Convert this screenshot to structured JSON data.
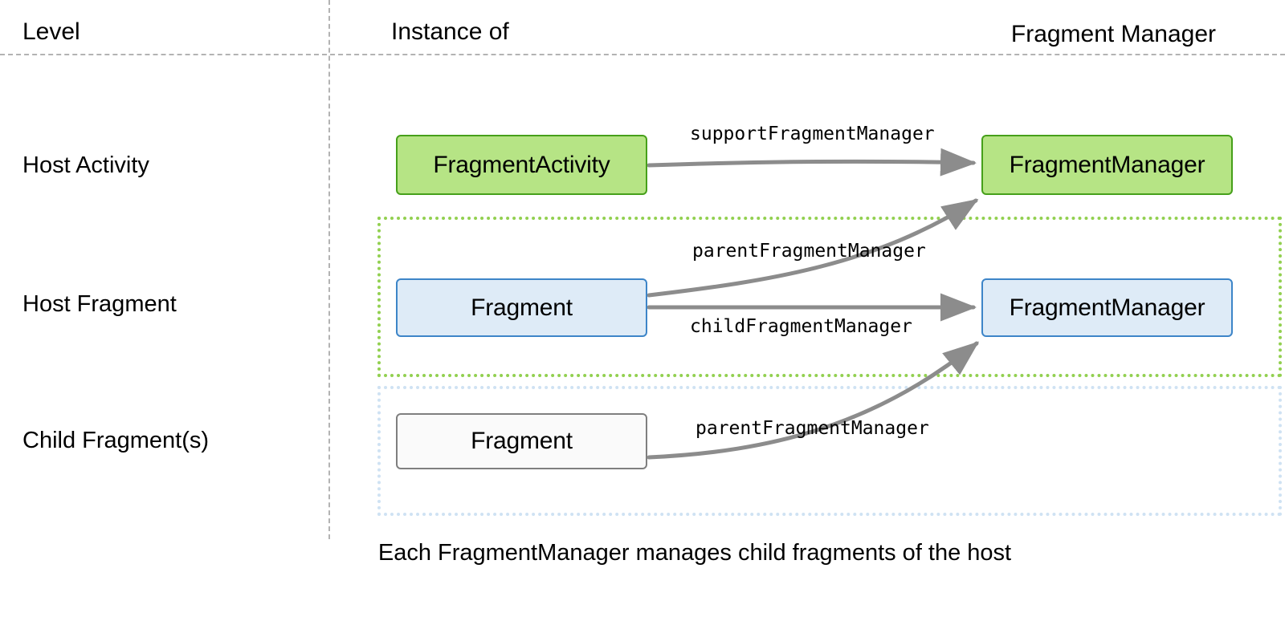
{
  "diagram": {
    "title_caption": "Each FragmentManager manages child fragments of the host",
    "columns": {
      "level": "Level",
      "instance_of": "Instance of",
      "fragment_manager": "Fragment Manager"
    },
    "rows": [
      {
        "label": "Host Activity"
      },
      {
        "label": "Host Fragment"
      },
      {
        "label": "Child Fragment(s)"
      }
    ],
    "nodes": {
      "fragment_activity": "FragmentActivity",
      "fm_activity": "FragmentManager",
      "host_fragment": "Fragment",
      "fm_host_fragment": "FragmentManager",
      "child_fragment": "Fragment"
    },
    "edges": {
      "support_fragment_manager": "supportFragmentManager",
      "parent_fragment_manager_host": "parentFragmentManager",
      "child_fragment_manager": "childFragmentManager",
      "parent_fragment_manager_child": "parentFragmentManager"
    },
    "colors": {
      "green_fill": "#b6e485",
      "green_border": "#46a01a",
      "blue_fill": "#deebf7",
      "blue_border": "#3d85c8",
      "plain_fill": "#fafafa",
      "plain_border": "#7f7f7f",
      "group_green_border": "#92d050",
      "group_blue_border": "#cfe2f3",
      "arrow": "#8c8c8c",
      "divider": "#b3b3b3"
    }
  }
}
